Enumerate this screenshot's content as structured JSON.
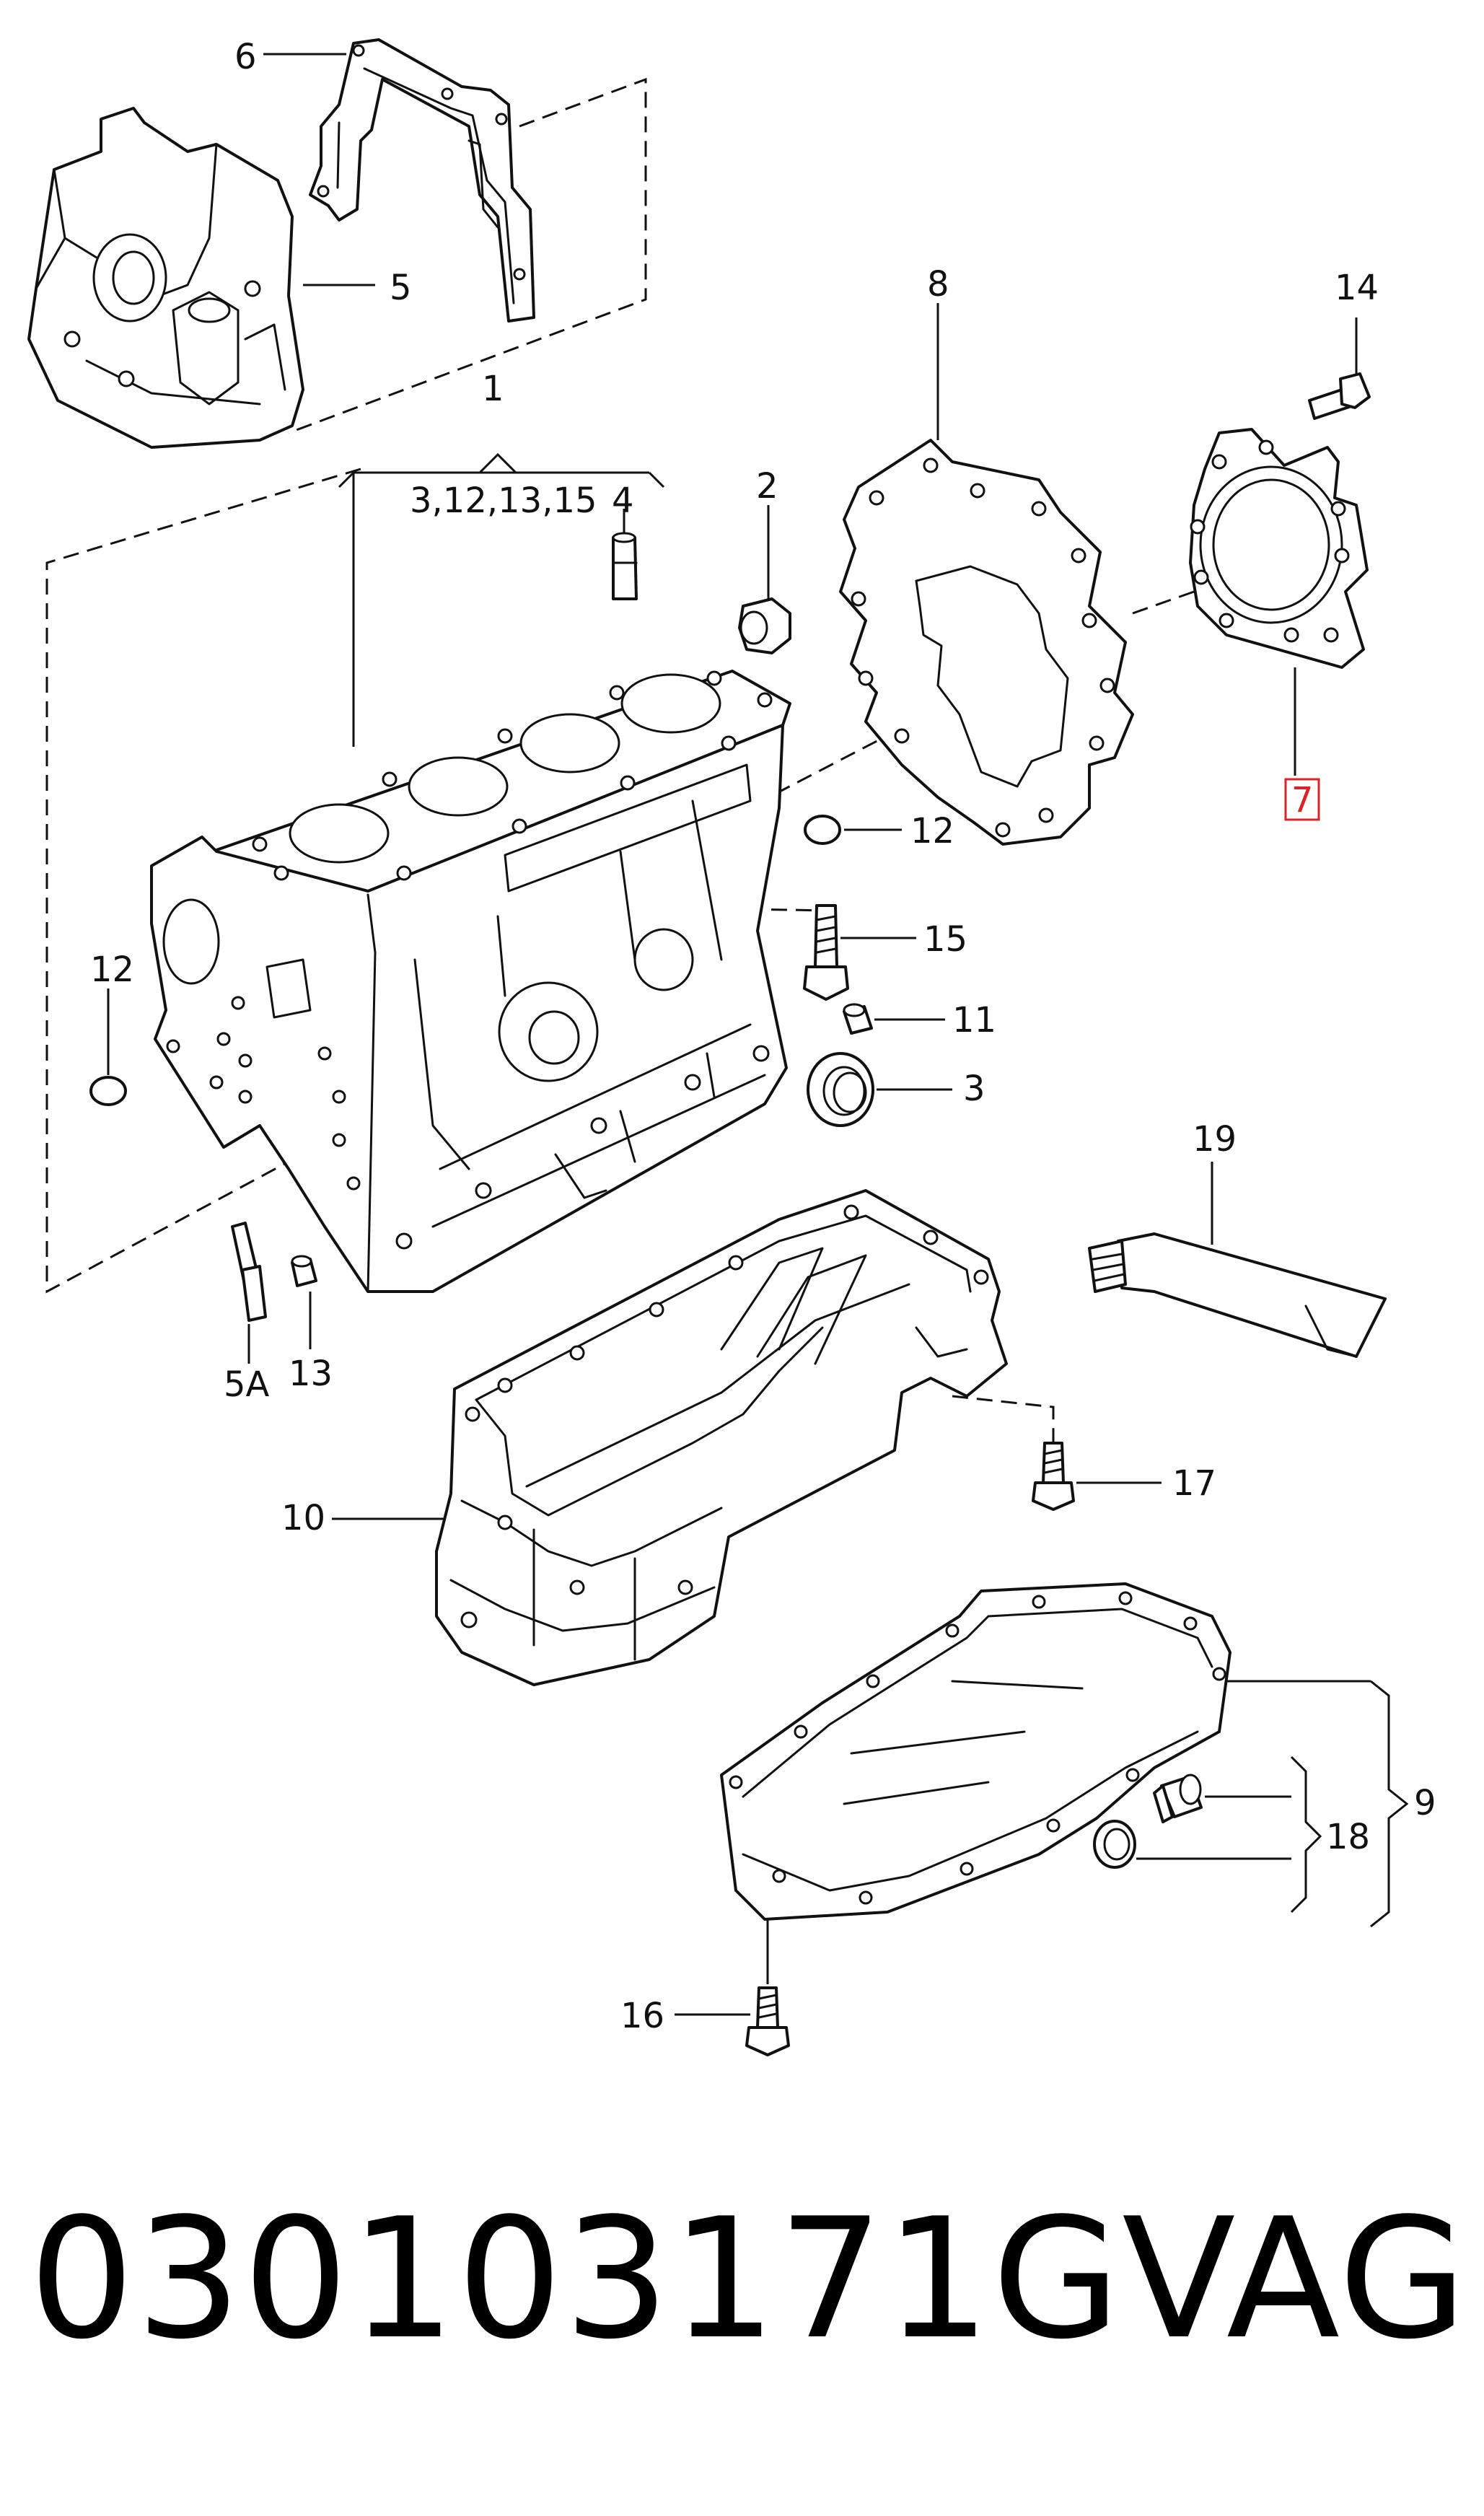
{
  "callouts": {
    "c1": "1",
    "c1_sub": "3,12,13,15",
    "c2": "2",
    "c3": "3",
    "c4": "4",
    "c5": "5",
    "c5a": "5A",
    "c6": "6",
    "c7": "7",
    "c8": "8",
    "c9": "9",
    "c10": "10",
    "c11": "11",
    "c12_top": "12",
    "c12_left": "12",
    "c13": "13",
    "c14": "14",
    "c15": "15",
    "c16": "16",
    "c17": "17",
    "c18": "18",
    "c19": "19"
  },
  "highlighted_callout": "7",
  "highlight_color": "#d9222a",
  "caption": {
    "part_number": "030103171G",
    "brand": "VAG"
  }
}
